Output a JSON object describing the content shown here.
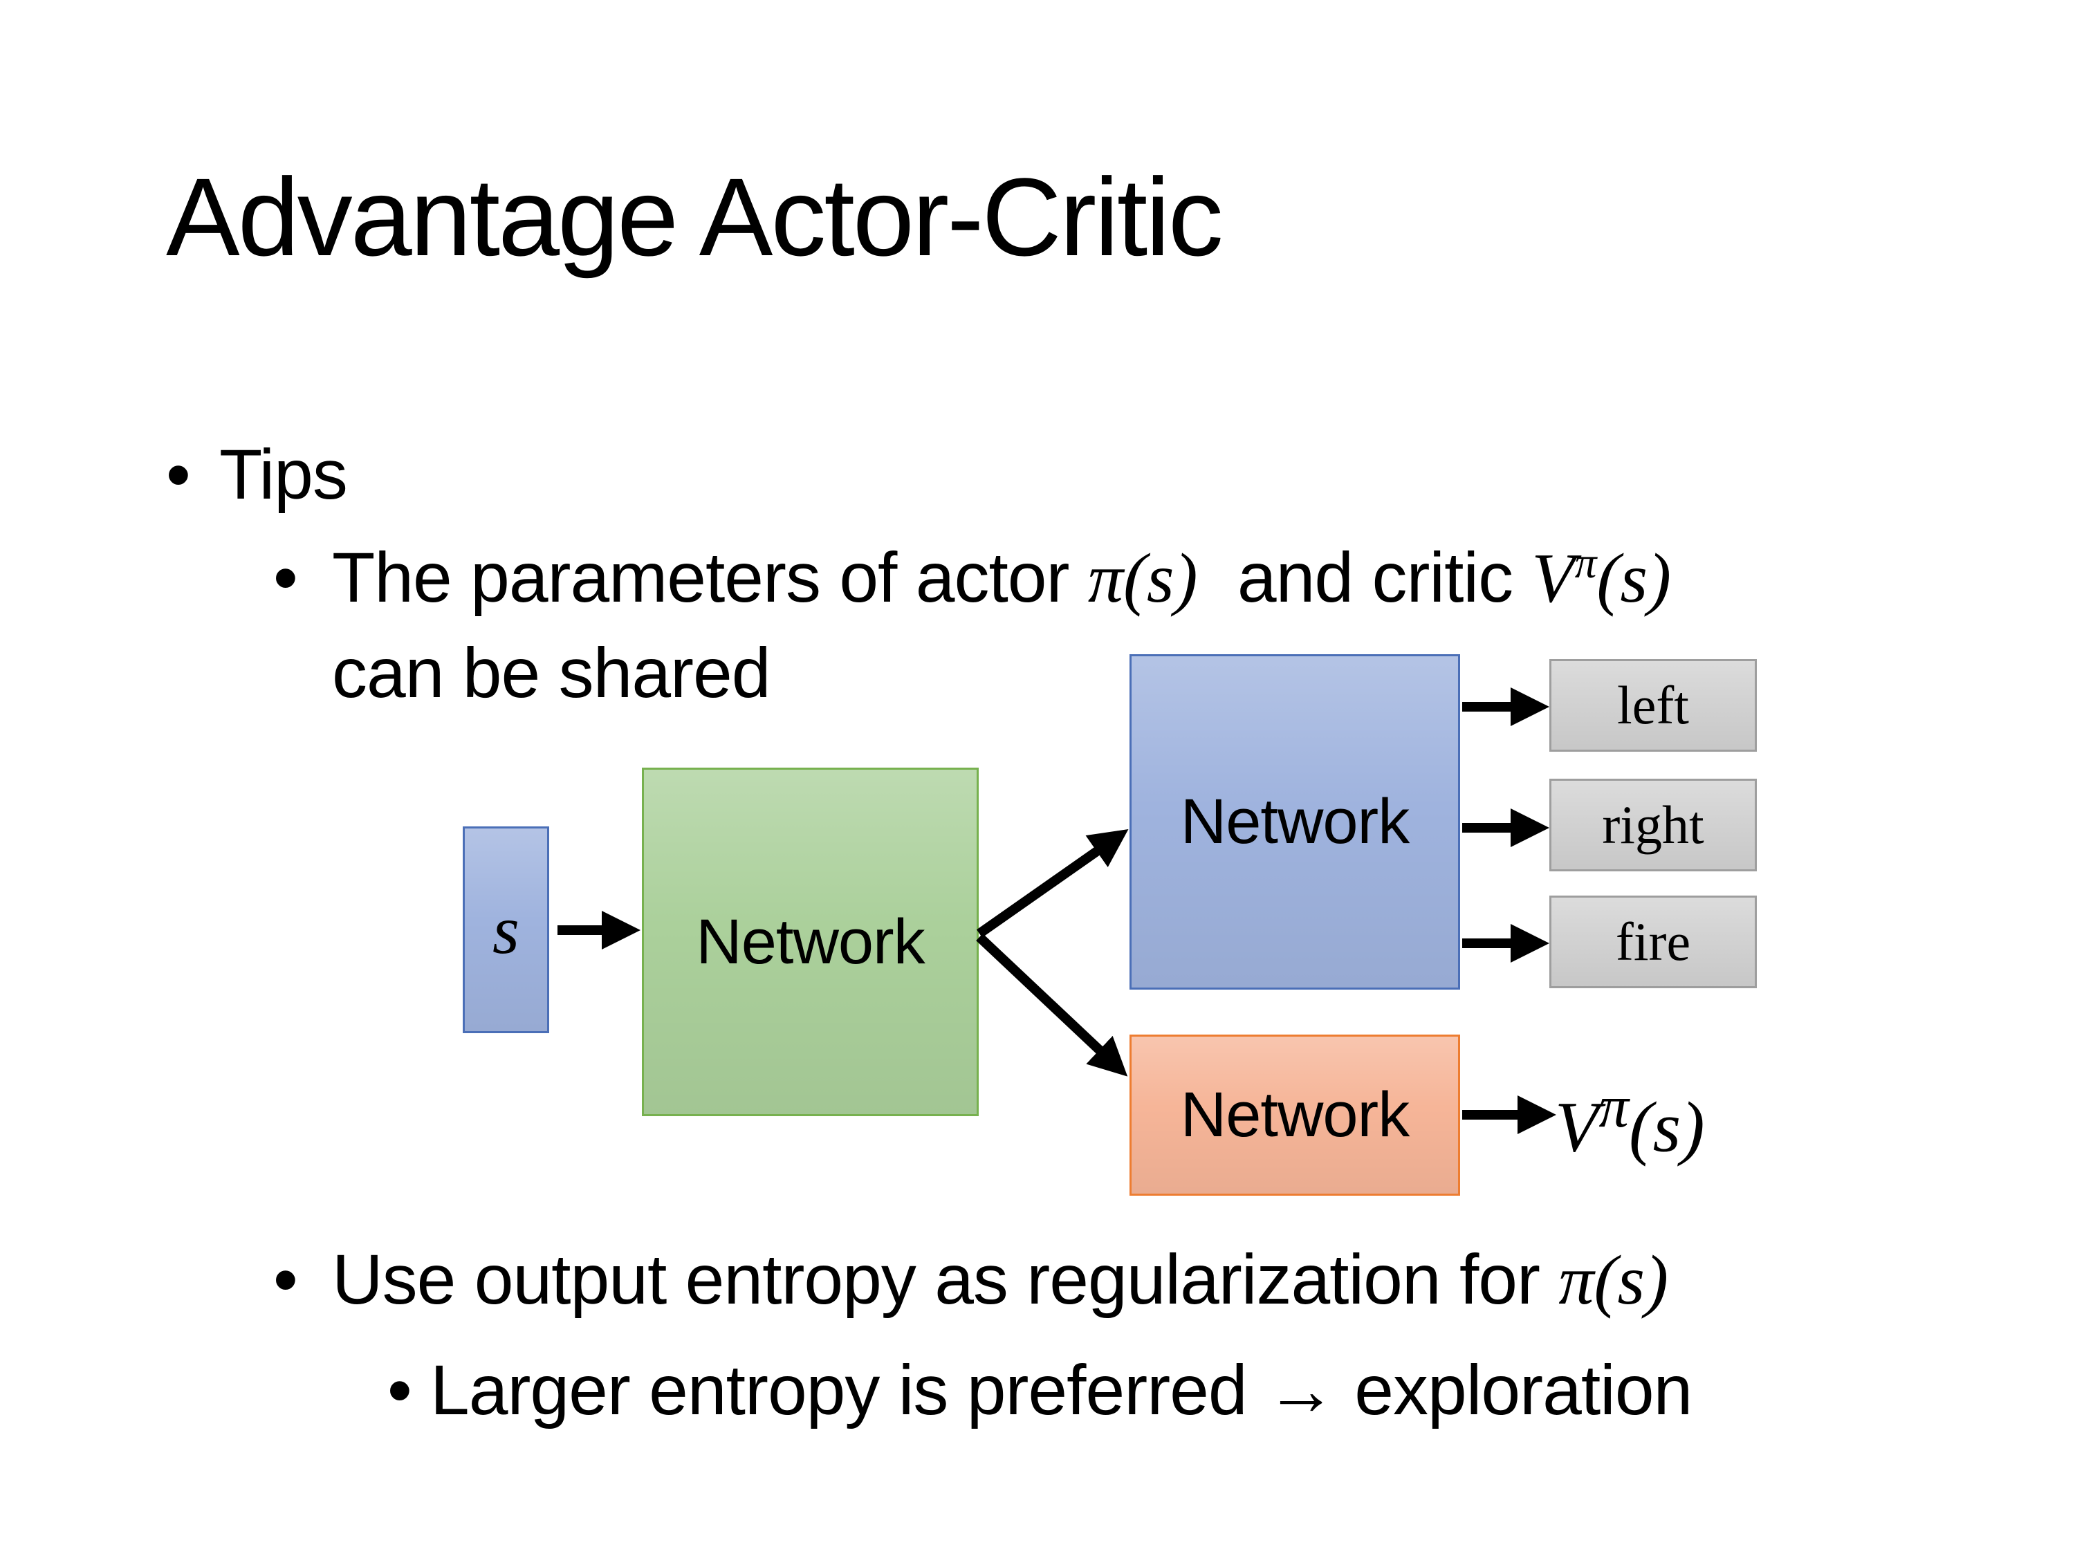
{
  "slide": {
    "title": "Advantage Actor-Critic",
    "bullets": {
      "glyph": "•",
      "tips_label": "Tips",
      "shared_line1_pre": "The parameters of actor ",
      "shared_line1_mid": " and critic ",
      "shared_line2": "can be shared",
      "entropy_pre": "Use output entropy as regularization for ",
      "larger_entropy": "Larger entropy is preferred → exploration"
    },
    "math": {
      "pi": "π",
      "paren_s": "(s)",
      "V": "V"
    },
    "diagram": {
      "state_label": "s",
      "shared_network_label": "Network",
      "actor_network_label": "Network",
      "critic_network_label": "Network",
      "actions": [
        "left",
        "right",
        "fire"
      ]
    },
    "colors": {
      "background": "#FFFFFF",
      "text": "#000000",
      "accent_blue": "#9FB3DE",
      "accent_blue_border": "#4B6FB7",
      "accent_green": "#ABD09B",
      "accent_green_border": "#77B14F",
      "accent_orange": "#F6B598",
      "accent_orange_border": "#ED7D31",
      "gray_fill": "#D2D2D2",
      "gray_border": "#9E9E9E",
      "arrow": "#000000"
    }
  }
}
